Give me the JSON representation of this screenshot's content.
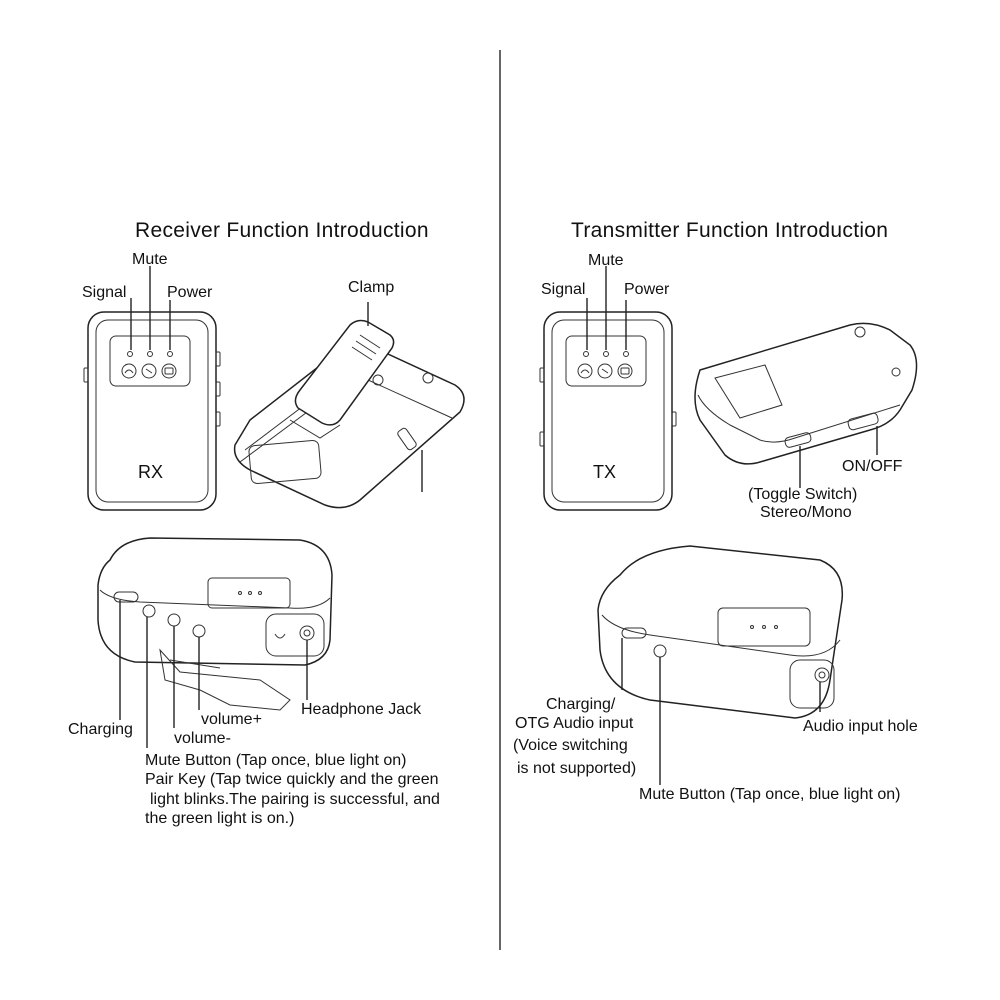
{
  "receiver": {
    "title": "Receiver Function Introduction",
    "device_label": "RX",
    "labels": {
      "mute": "Mute",
      "signal": "Signal",
      "power": "Power",
      "clamp": "Clamp",
      "charging": "Charging",
      "volume_plus": "volume+",
      "volume_minus": "volume-",
      "headphone_jack": "Headphone Jack",
      "mute_button": "Mute Button (Tap once, blue light on)",
      "pair_key_1": "Pair Key (Tap twice quickly and the green",
      "pair_key_2": "light blinks.The pairing is successful, and",
      "pair_key_3": "the green light is on.)"
    }
  },
  "transmitter": {
    "title": "Transmitter Function Introduction",
    "device_label": "TX",
    "labels": {
      "mute": "Mute",
      "signal": "Signal",
      "power": "Power",
      "on_off": "ON/OFF",
      "toggle_switch": "(Toggle Switch)",
      "stereo_mono": "Stereo/Mono",
      "charging_1": "Charging/",
      "charging_2": "OTG Audio input",
      "voice_1": "(Voice switching",
      "voice_2": "is not supported)",
      "audio_input_hole": "Audio input hole",
      "mute_button": "Mute Button (Tap once, blue light on)"
    }
  }
}
